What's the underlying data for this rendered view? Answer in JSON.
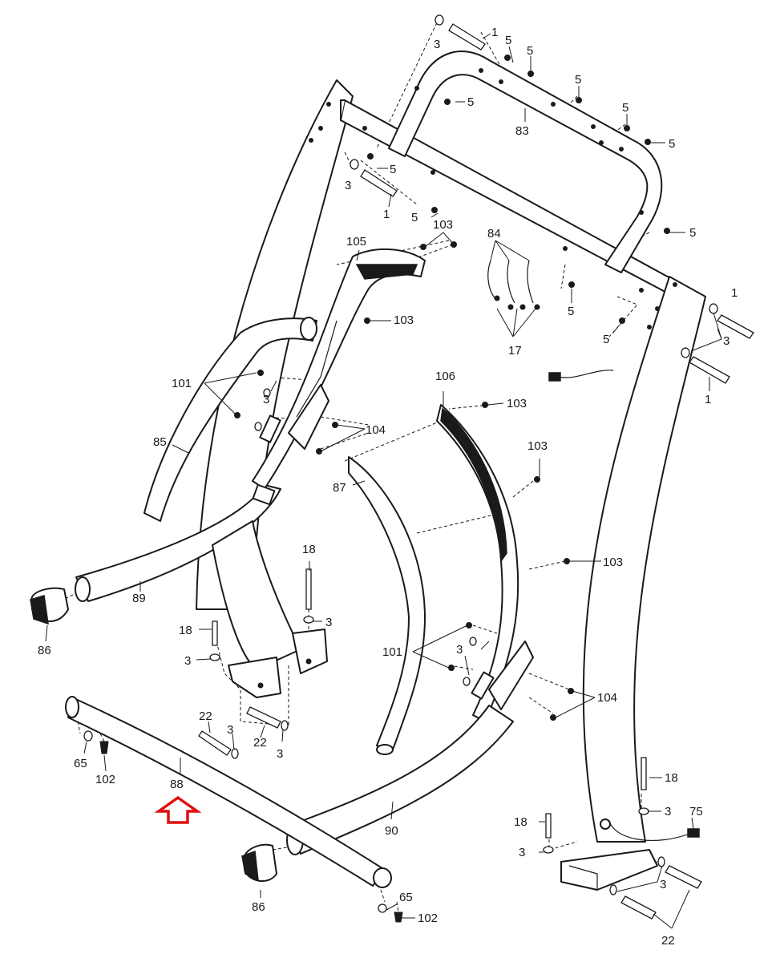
{
  "diagram": {
    "labels": [
      {
        "id": "l1a",
        "text": "1"
      },
      {
        "id": "l3a",
        "text": "3"
      },
      {
        "id": "l5a",
        "text": "5"
      },
      {
        "id": "l5b",
        "text": "5"
      },
      {
        "id": "l5c",
        "text": "5"
      },
      {
        "id": "l5d",
        "text": "5"
      },
      {
        "id": "l5e",
        "text": "5"
      },
      {
        "id": "l5f",
        "text": "5"
      },
      {
        "id": "l83",
        "text": "83"
      },
      {
        "id": "l5g",
        "text": "5"
      },
      {
        "id": "l3b",
        "text": "3"
      },
      {
        "id": "l1b",
        "text": "1"
      },
      {
        "id": "l5h",
        "text": "5"
      },
      {
        "id": "l103a",
        "text": "103"
      },
      {
        "id": "l5i",
        "text": "5"
      },
      {
        "id": "l105",
        "text": "105"
      },
      {
        "id": "l84",
        "text": "84"
      },
      {
        "id": "l5j",
        "text": "5"
      },
      {
        "id": "l1c",
        "text": "1"
      },
      {
        "id": "l103b",
        "text": "103"
      },
      {
        "id": "l5k",
        "text": "5"
      },
      {
        "id": "l3c",
        "text": "3"
      },
      {
        "id": "l17",
        "text": "17"
      },
      {
        "id": "l1d",
        "text": "1"
      },
      {
        "id": "l101a",
        "text": "101"
      },
      {
        "id": "l3d",
        "text": "3"
      },
      {
        "id": "l106",
        "text": "106"
      },
      {
        "id": "l103c",
        "text": "103"
      },
      {
        "id": "l104a",
        "text": "104"
      },
      {
        "id": "l85",
        "text": "85"
      },
      {
        "id": "l103d",
        "text": "103"
      },
      {
        "id": "l87",
        "text": "87"
      },
      {
        "id": "l18a",
        "text": "18"
      },
      {
        "id": "l103e",
        "text": "103"
      },
      {
        "id": "l89",
        "text": "89"
      },
      {
        "id": "l3e",
        "text": "3"
      },
      {
        "id": "l18b",
        "text": "18"
      },
      {
        "id": "l86a",
        "text": "86"
      },
      {
        "id": "l3f",
        "text": "3"
      },
      {
        "id": "l101b",
        "text": "101"
      },
      {
        "id": "l3g",
        "text": "3"
      },
      {
        "id": "l104b",
        "text": "104"
      },
      {
        "id": "l22a",
        "text": "22"
      },
      {
        "id": "l3h",
        "text": "3"
      },
      {
        "id": "l22b",
        "text": "22"
      },
      {
        "id": "l3i",
        "text": "3"
      },
      {
        "id": "l65a",
        "text": "65"
      },
      {
        "id": "l102a",
        "text": "102"
      },
      {
        "id": "l88",
        "text": "88"
      },
      {
        "id": "l18c",
        "text": "18"
      },
      {
        "id": "l3j",
        "text": "3"
      },
      {
        "id": "l75",
        "text": "75"
      },
      {
        "id": "l18d",
        "text": "18"
      },
      {
        "id": "l90",
        "text": "90"
      },
      {
        "id": "l3k",
        "text": "3"
      },
      {
        "id": "l3l",
        "text": "3"
      },
      {
        "id": "l86b",
        "text": "86"
      },
      {
        "id": "l65b",
        "text": "65"
      },
      {
        "id": "l102b",
        "text": "102"
      },
      {
        "id": "l22c",
        "text": "22"
      }
    ],
    "colors": {
      "line": "#1a1a1a",
      "background": "#ffffff",
      "highlight_arrow": "#e01010"
    }
  }
}
